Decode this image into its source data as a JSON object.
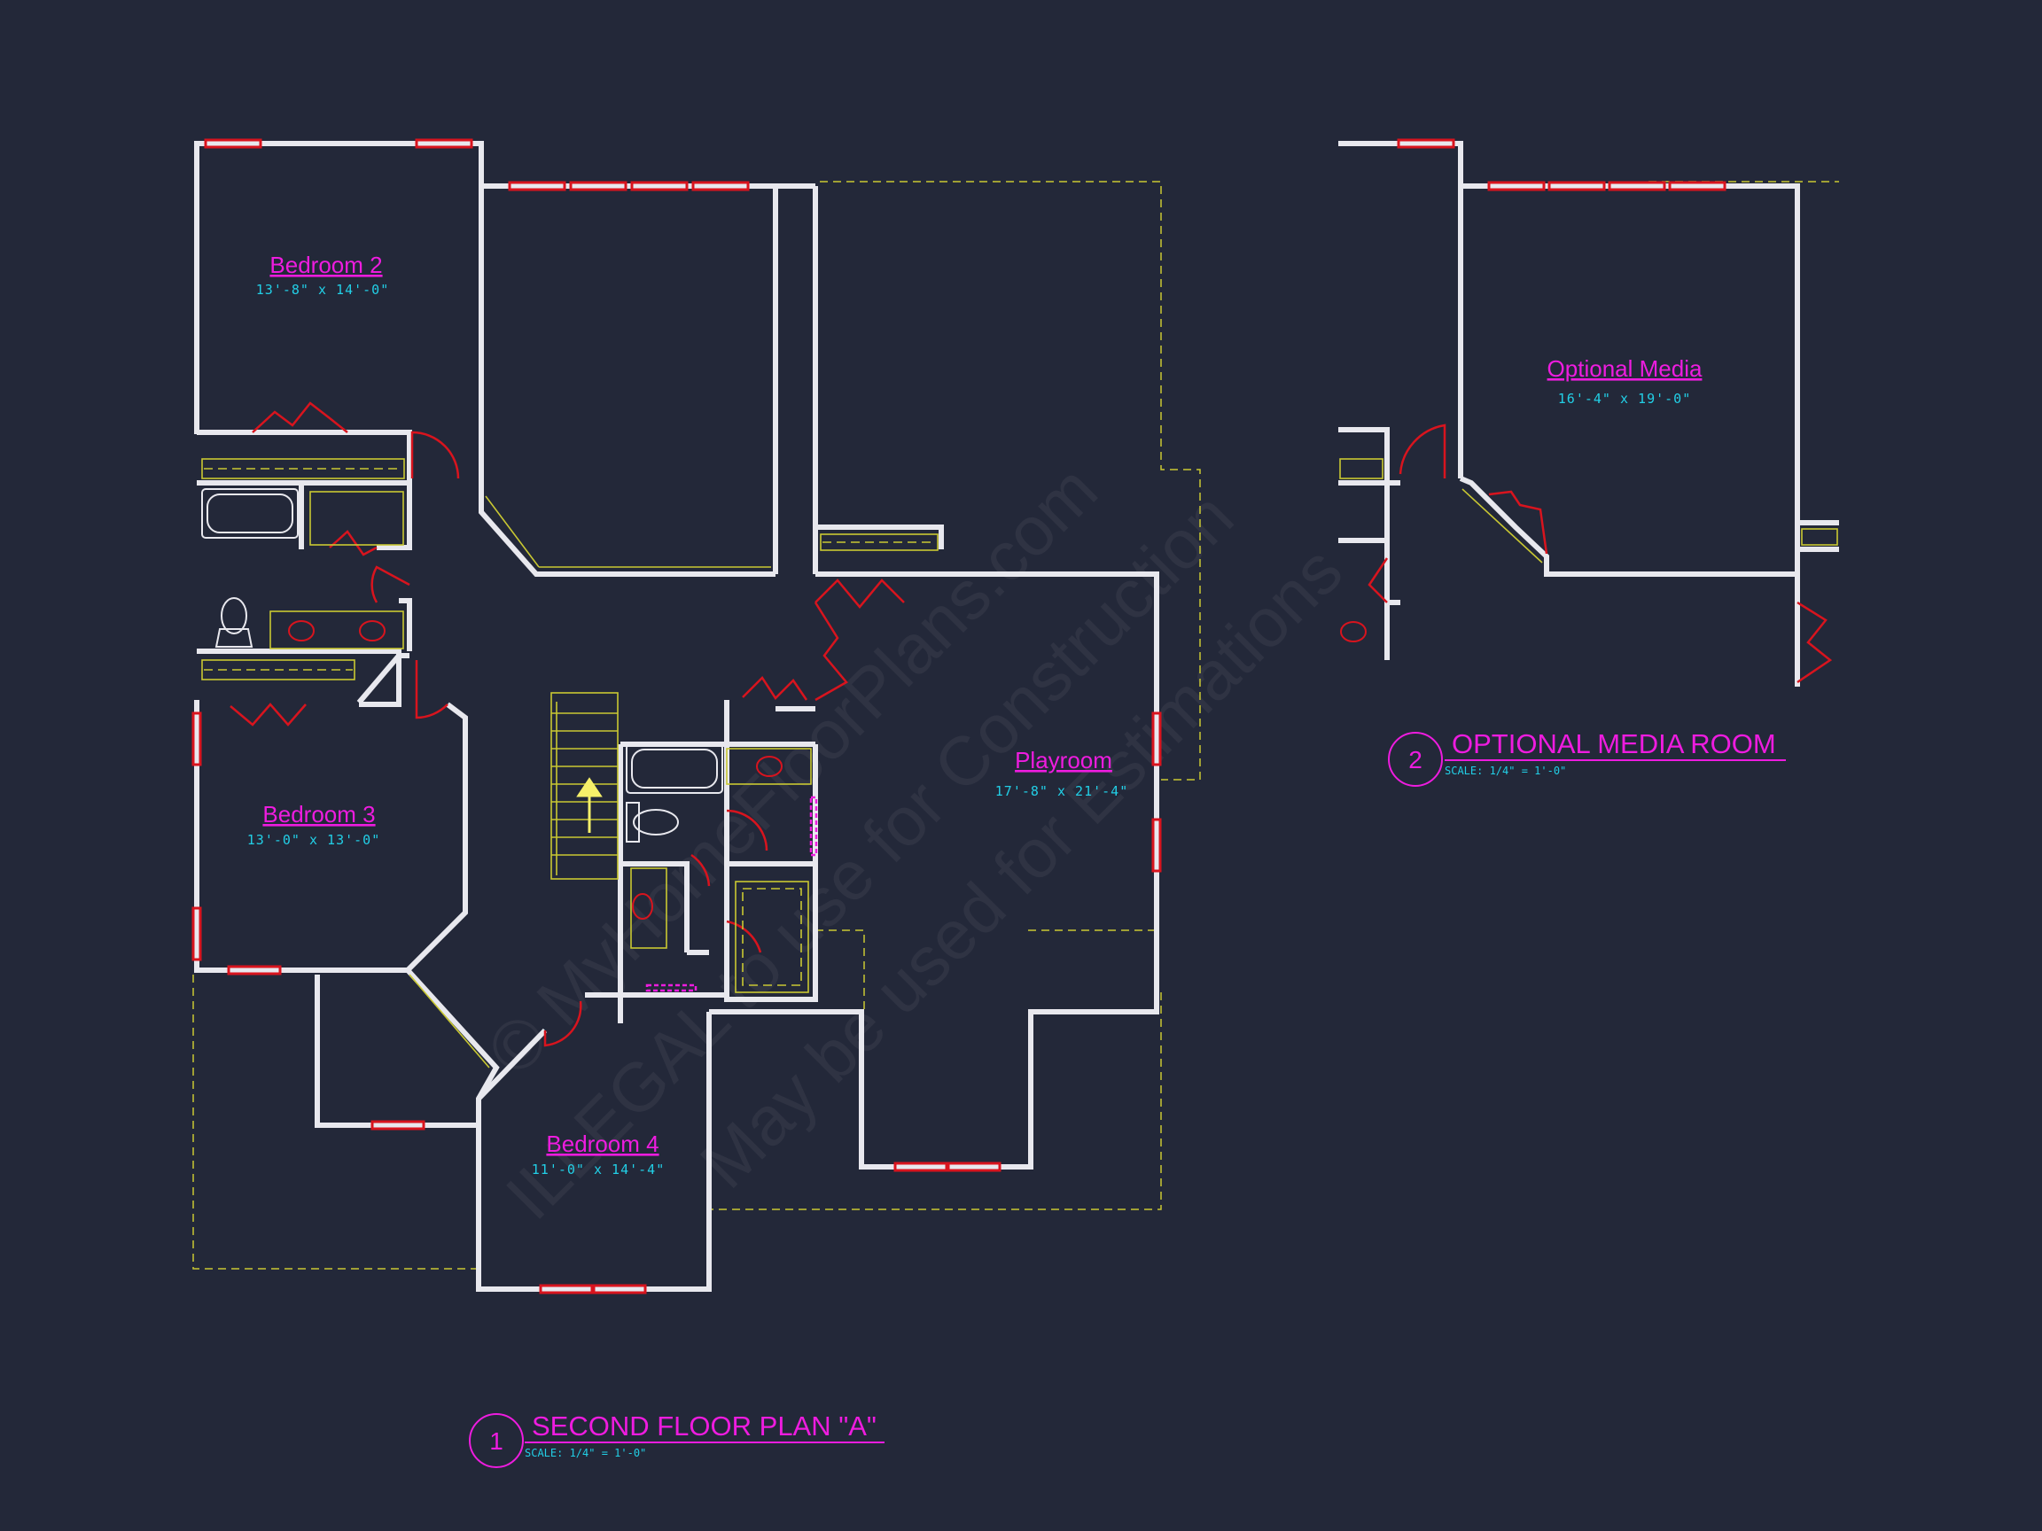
{
  "plans": [
    {
      "number": "1",
      "title": "SECOND FLOOR PLAN \"A\"",
      "scale": "SCALE: 1/4\" = 1'-0\""
    },
    {
      "number": "2",
      "title": "OPTIONAL MEDIA ROOM",
      "scale": "SCALE: 1/4\" = 1'-0\""
    }
  ],
  "rooms": [
    {
      "name": "Bedroom 2",
      "dims": "13'-8\" x 14'-0\""
    },
    {
      "name": "Bedroom 3",
      "dims": "13'-0\" x 13'-0\""
    },
    {
      "name": "Bedroom 4",
      "dims": "11'-0\" x 14'-4\""
    },
    {
      "name": "Playroom",
      "dims": "17'-8\" x 21'-4\""
    },
    {
      "name": "Optional Media",
      "dims": "16'-4\" x 19'-0\""
    }
  ],
  "watermark": {
    "line1": "© MyHomeFloorPlans.com",
    "line2": "ILLEGAL to use for Construction",
    "line3": "May be used for Estimations"
  },
  "colors": {
    "background": "#232839",
    "wall": "#e8e8ee",
    "door": "#d8141e",
    "fixture": "#c9c832",
    "label": "#ee1cdf",
    "dimension": "#22cfe6"
  }
}
